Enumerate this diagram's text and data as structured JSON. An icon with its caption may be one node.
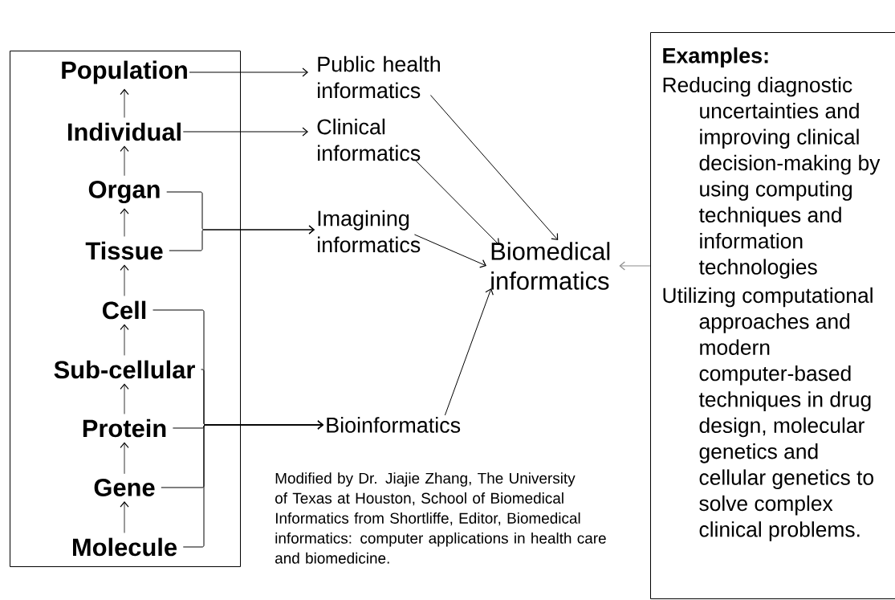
{
  "diagram": {
    "nodes": [
      {
        "text": [],
        "shape": "box"
      },
      {
        "text": [
          "Population"
        ],
        "in": 0
      },
      {
        "text": [
          "Individual"
        ],
        "in": 0
      },
      {
        "text": [
          "Organ"
        ],
        "in": 0
      },
      {
        "text": [
          "Tissue"
        ],
        "in": 0
      },
      {
        "text": [
          "Cell"
        ],
        "in": 0
      },
      {
        "text": [
          "Sub-cellular"
        ],
        "in": 0
      },
      {
        "text": [
          "Protein"
        ],
        "in": 0
      },
      {
        "text": [
          "Gene"
        ],
        "in": 0
      },
      {
        "text": [
          "Molecule"
        ],
        "in": 0
      },
      {
        "text": [
          "Public health informatics"
        ]
      },
      {
        "text": [
          "Clinical informatics"
        ]
      },
      {
        "text": [
          "Imagining informatics"
        ]
      },
      {
        "text": [
          "Bioinformatics"
        ]
      },
      {
        "text": [
          "Biomedical informatics"
        ]
      },
      {
        "text": [
          "Examples:",
          "Reducing diagnostic uncertainties and improving clinical decision-making by using computing techniques and information technologies",
          "Utilizing computational approaches and modern computer-based techniques in drug design, molecular genetics and cellular genetics to solve complex clinical problems."
        ]
      }
    ],
    "edges": [
      {
        "from": 2,
        "to": 1,
        "arrow": "to"
      },
      {
        "from": 3,
        "to": 2,
        "arrow": "to"
      },
      {
        "from": 4,
        "to": 3,
        "arrow": "to"
      },
      {
        "from": 5,
        "to": 4,
        "arrow": "to"
      },
      {
        "from": 6,
        "to": 5,
        "arrow": "to"
      },
      {
        "from": 7,
        "to": 6,
        "arrow": "to"
      },
      {
        "from": 8,
        "to": 7,
        "arrow": "to"
      },
      {
        "from": 9,
        "to": 8,
        "arrow": "to"
      },
      {
        "from": 1,
        "to": 10,
        "arrow": "to"
      },
      {
        "from": 2,
        "to": 11,
        "arrow": "to"
      },
      {
        "from": 3,
        "to": 12,
        "arrow": "to"
      },
      {
        "from": 4,
        "to": 12,
        "arrow": "to"
      },
      {
        "from": 5,
        "to": 13,
        "arrow": "to"
      },
      {
        "from": 6,
        "to": 13,
        "arrow": "to"
      },
      {
        "from": 7,
        "to": 13,
        "arrow": "to"
      },
      {
        "from": 8,
        "to": 13,
        "arrow": "to"
      },
      {
        "from": 9,
        "to": 13,
        "arrow": "to"
      },
      {
        "from": 10,
        "to": 14,
        "arrow": "to"
      },
      {
        "from": 11,
        "to": 14,
        "arrow": "to"
      },
      {
        "from": 12,
        "to": 14,
        "arrow": "to"
      },
      {
        "from": 13,
        "to": 14,
        "arrow": "to"
      },
      {
        "from": 15,
        "to": 14,
        "arrow": "to",
        "color": "#8c8c8c"
      }
    ],
    "labels": [
      "Modified by Dr. Jiajie Zhang, The University of Texas at Houston, School of Biomedical Informatics from Shortliffe, Editor, Biomedical informatics: computer applications in health care and biomedicine."
    ]
  }
}
